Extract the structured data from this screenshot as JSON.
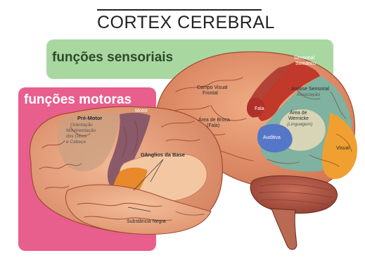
{
  "title": "CORTEX CEREBRAL",
  "panels": {
    "sensory": "funções sensoriais",
    "motor": "funções motoras"
  },
  "labels": {
    "pre_motor": "Pré-Motor",
    "pre_motor_desc_1": "Orientação",
    "pre_motor_desc_2": "Movimentação",
    "pre_motor_desc_3": "dos Olhos",
    "pre_motor_desc_4": "e Cabeça",
    "motor": "Motor",
    "ganglios": "Gânglios da Base",
    "subst_negra": "Substância Negra",
    "campo_visual_1": "Campo Visual",
    "campo_visual_2": "Frontal",
    "broca_1": "Área de Broca",
    "broca_2": "(Fala)",
    "sensorial_1": "Sensorial",
    "sensorial_2": "Somático",
    "analise_1": "Análise Sensorial",
    "analise_2": "Associação",
    "fala": "Fala",
    "wernicke_1": "Área de",
    "wernicke_2": "Wernicke",
    "wernicke_3": "(Linguagem)",
    "auditiva": "Auditiva",
    "visual": "Visual"
  },
  "colors": {
    "sensory_panel": "#a8d8a0",
    "motor_panel": "#e85e8c",
    "brain_base": "#e8a87c",
    "motor_strip": "#8a5a6a",
    "sensory_strip": "#c0392b",
    "association": "#7fb2a0",
    "wernicke": "#d7d5b5",
    "auditory": "#5577c8",
    "visual": "#f0a030",
    "ganglia": "#e8892a",
    "cerebellum": "#b85a48"
  }
}
